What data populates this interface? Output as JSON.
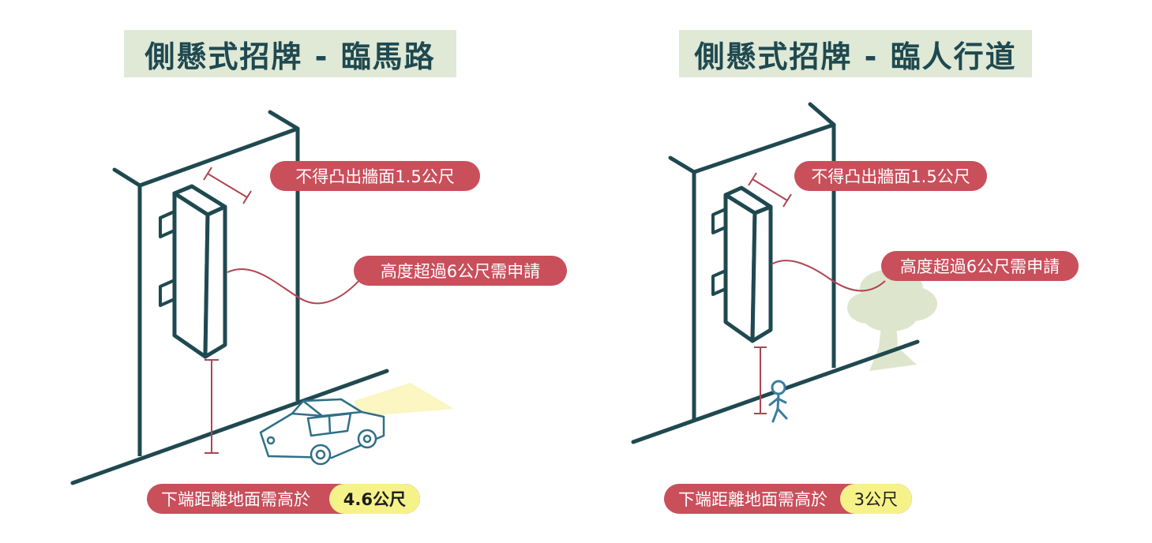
{
  "left": {
    "title": "側懸式招牌 - 臨馬路",
    "protrusion_label": "不得凸出牆面1.5公尺",
    "height_label": "高度超過6公尺需申請",
    "clearance_label": "下端距離地面需高於",
    "clearance_value": "4.6公尺"
  },
  "right": {
    "title": "側懸式招牌 - 臨人行道",
    "protrusion_label": "不得凸出牆面1.5公尺",
    "height_label": "高度超過6公尺需申請",
    "clearance_label": "下端距離地面需高於",
    "clearance_value": "3公尺"
  },
  "colors": {
    "outline": "#1f4950",
    "accent_red": "#c94f5b",
    "highlight_yellow": "#f6f28a",
    "title_bg": "#dfe9d5",
    "tree_green": "#dde6cc",
    "car_outline": "#2f6f88",
    "headlight": "#fbf6c2",
    "person": "#3a7da0"
  }
}
